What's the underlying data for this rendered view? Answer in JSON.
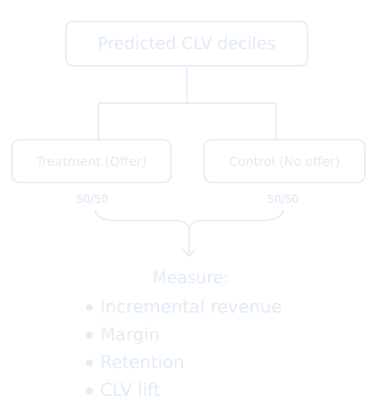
{
  "diagram": {
    "root": {
      "label": "Predicted CLV deciles"
    },
    "branches": [
      {
        "label": "Treatment (Offer)",
        "split": "50/50"
      },
      {
        "label": "Control (No offer)",
        "split": "50/50"
      }
    ],
    "measure": {
      "title": "Measure:",
      "items": [
        "Incremental revenue",
        "Margin",
        "Retention",
        "CLV lift"
      ]
    }
  },
  "colors": {
    "line": "#e3edf8",
    "text": "#e1ebf6",
    "background": "#ffffff"
  }
}
